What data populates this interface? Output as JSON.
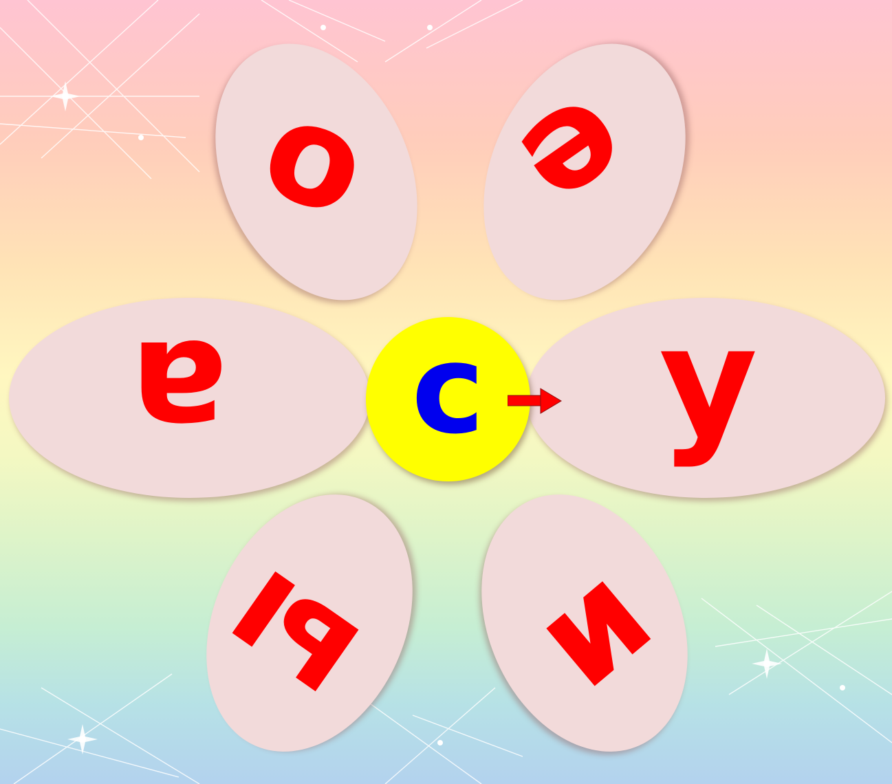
{
  "flower": {
    "center_letter": "с",
    "petals": {
      "top_left": "о",
      "top_right": "е",
      "right": "у",
      "bottom_right": "и",
      "bottom_left": "ы",
      "left": "а"
    }
  },
  "colors": {
    "petal": "#f2dada",
    "petal_letter": "#ff0000",
    "center_disc": "#ffff00",
    "center_letter": "#0000ee",
    "arrow": "#ff0000"
  },
  "icons": {
    "pointer": "arrow-right-icon",
    "background": "sparkle-stars"
  }
}
